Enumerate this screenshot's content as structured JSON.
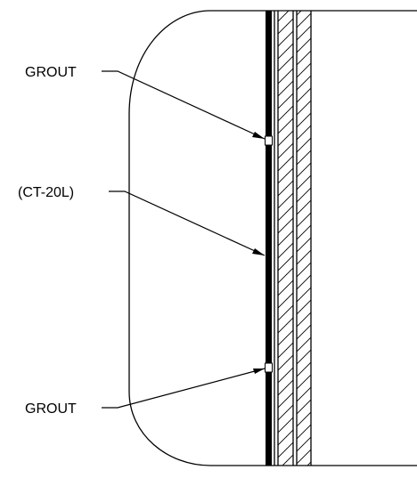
{
  "labels": {
    "top": "GROUT",
    "middle": "(CT-20L)",
    "bottom": "GROUT"
  },
  "colors": {
    "line": "#000000",
    "background": "#ffffff"
  }
}
